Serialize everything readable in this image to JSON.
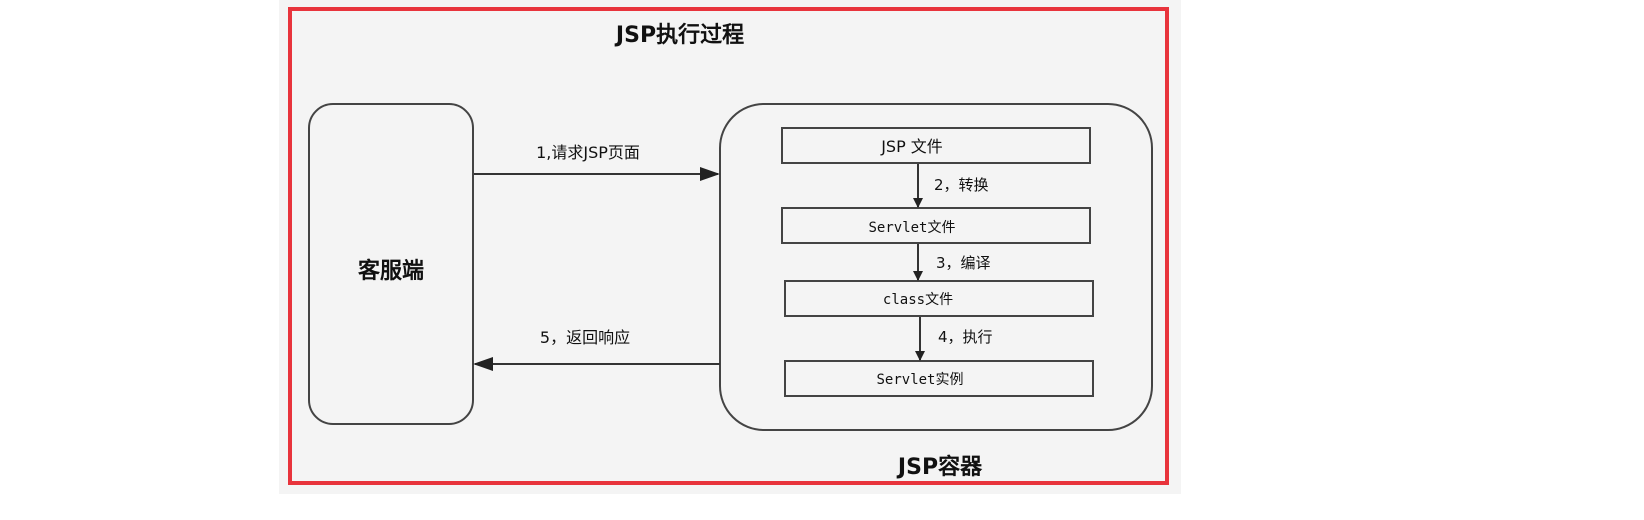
{
  "title": "JSP执行过程",
  "client_label": "客服端",
  "container_label": "JSP容器",
  "steps": {
    "request": "1,请求JSP页面",
    "convert": "2，转换",
    "compile": "3，编译",
    "execute": "4，执行",
    "response": "5，返回响应"
  },
  "boxes": [
    "JSP 文件",
    "Servlet文件",
    "class文件",
    "Servlet实例"
  ],
  "colors": {
    "frame": "#e8343c",
    "line": "#333333",
    "panel": "#f4f4f4"
  }
}
